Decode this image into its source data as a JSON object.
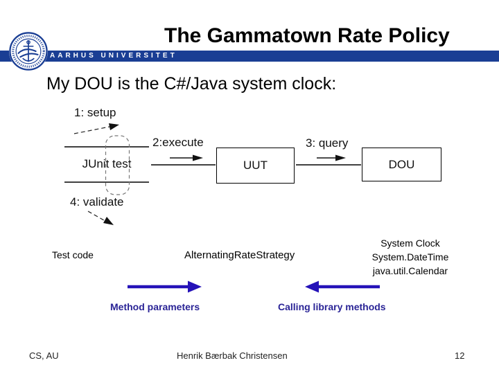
{
  "header": {
    "title": "The Gammatown Rate Policy",
    "banner_text": "AARHUS UNIVERSITET"
  },
  "subtitle": "My DOU is the C#/Java system clock:",
  "diagram": {
    "label_setup": "1: setup",
    "label_execute": "2:execute",
    "label_query": "3: query",
    "label_validate": "4: validate",
    "node_junit": "JUnit test",
    "node_uut": "UUT",
    "node_dou": "DOU"
  },
  "annotations": {
    "test_code": "Test code",
    "strategy": "AlternatingRateStrategy",
    "system_clock": [
      "System Clock",
      "System.DateTime",
      "java.util.Calendar"
    ],
    "method_parameters": "Method parameters",
    "calling_library_methods": "Calling library methods"
  },
  "colors": {
    "banner_blue": "#1A3E94",
    "arrow_blue": "#2512B8",
    "annotation_blue": "#2A2496"
  },
  "footer": {
    "left": "CS, AU",
    "center": "Henrik Bærbak Christensen",
    "page": "12"
  }
}
